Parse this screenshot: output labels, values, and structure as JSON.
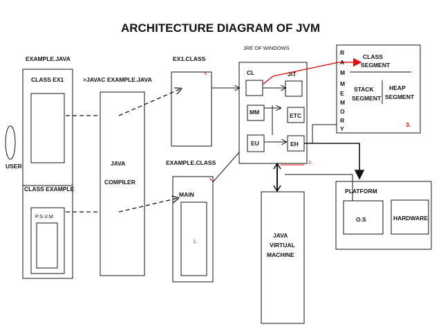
{
  "title": "ARCHITECTURE DIAGRAM OF JVM",
  "labels": {
    "user": "USER",
    "example_java": "EXAMPLE.JAVA",
    "class_ex1": "CLASS EX1",
    "class_example": "CLASS EXAMPLE",
    "psvm": "P.S.V.M",
    "javac_cmd": ">JAVAC EXAMPLE.JAVA",
    "java": "JAVA",
    "compiler": "COMPILER",
    "ex1_class": "EX1.CLASS",
    "example_class": "EXAMPLE.CLASS",
    "main": "MAIN",
    "num1": "1.",
    "jre": "JRE OF WINDOWS",
    "cl": "CL",
    "jit": "JIT",
    "mm": "MM",
    "etc": "ETC",
    "eu": "EU",
    "eh": "EH",
    "num2": "2.",
    "jvm_line1": "JAVA",
    "jvm_line2": "VIRTUAL",
    "jvm_line3": "MACHINE",
    "ram_letters": [
      "R",
      "A",
      "M"
    ],
    "memory_letters": [
      "M",
      "E",
      "M",
      "O",
      "R",
      "Y"
    ],
    "class_segment_1": "CLASS",
    "class_segment_2": "SEGMENT",
    "stack_segment_1": "STACK",
    "stack_segment_2": "SEGMENT",
    "heap_segment_1": "HEAP",
    "heap_segment_2": "SEGMENT",
    "num3": "3.",
    "platform": "PLATFORM",
    "os": "O.S",
    "hardware": "HARDWARE"
  },
  "colors": {
    "ink": "#111111",
    "accent_red": "#e01010"
  }
}
